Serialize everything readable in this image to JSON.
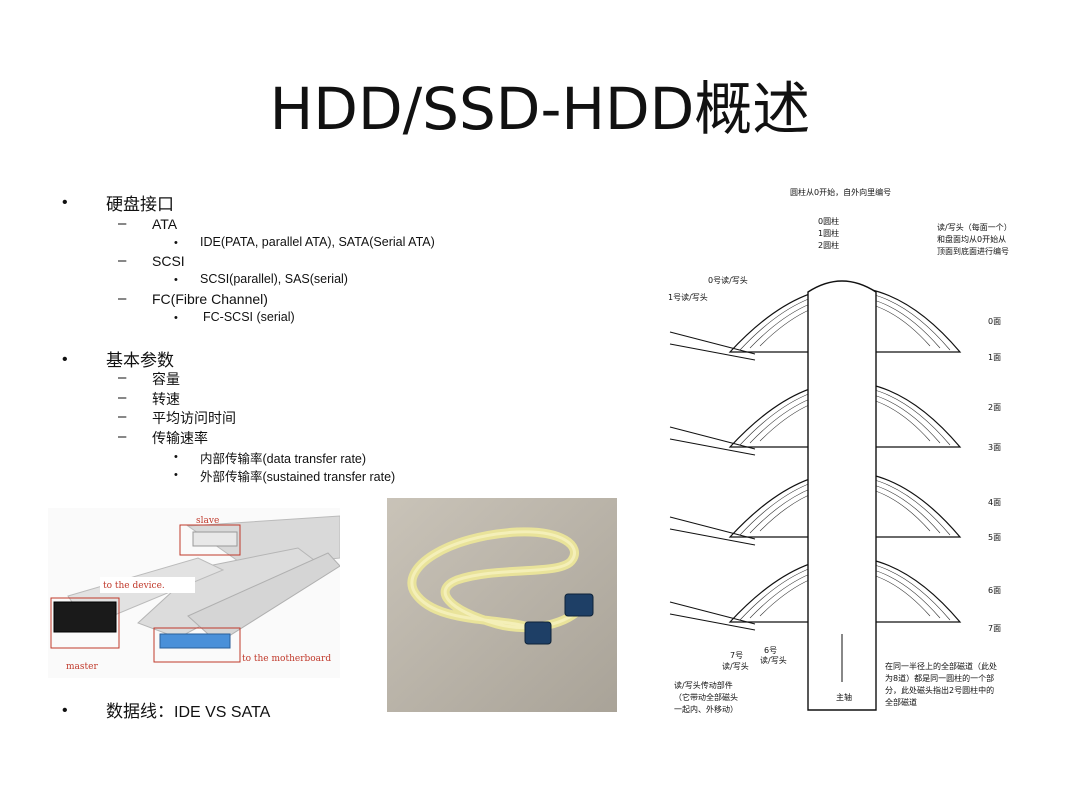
{
  "title": "HDD/SSD-HDD概述",
  "sections": [
    {
      "label": "硬盘接口",
      "items": [
        {
          "label": "ATA",
          "sub": [
            "IDE(PATA, parallel ATA), SATA(Serial ATA)"
          ]
        },
        {
          "label": "SCSI",
          "sub": [
            "SCSI(parallel), SAS(serial)"
          ]
        },
        {
          "label": "FC(Fibre Channel)",
          "sub": [
            "FC-SCSI (serial)"
          ]
        }
      ]
    },
    {
      "label": "基本参数",
      "items": [
        {
          "label": "容量",
          "sub": []
        },
        {
          "label": "转速",
          "sub": []
        },
        {
          "label": "平均访问时间",
          "sub": []
        },
        {
          "label": "传输速率",
          "sub": [
            {
              "cn": "内部传输率",
              "en": "(data transfer rate)"
            },
            {
              "cn": "外部传输率",
              "en": "(sustained transfer rate)"
            }
          ]
        }
      ]
    }
  ],
  "bottom_bullet": {
    "cn": "数据线：",
    "en": "IDE VS SATA"
  },
  "ide_photo": {
    "slave": "slave",
    "to_device": "to the device.",
    "master": "master",
    "to_motherboard": "to the motherboard"
  },
  "diagram": {
    "top_note": "圆柱从0开始，自外向里编号",
    "cyl0": "0圆柱",
    "cyl1": "1圆柱",
    "cyl2": "2圆柱",
    "head_note_1": "读/写头（每面一个）",
    "head_note_2": "和盘面均从0开始从",
    "head_note_3": "顶面到底面进行编号",
    "head0": "0号读/写头",
    "head1": "1号读/写头",
    "faces": [
      "0面",
      "1面",
      "2面",
      "3面",
      "4面",
      "5面",
      "6面",
      "7面"
    ],
    "head6_a": "6号",
    "head6_b": "读/写头",
    "head7_a": "7号",
    "head7_b": "读/写头",
    "arm_1": "读/写头传动部件",
    "arm_2": "（它带动全部磁头",
    "arm_3": "一起内、外移动）",
    "spindle": "主轴",
    "cyl_note_1": "在同一半径上的全部磁道（此处",
    "cyl_note_2": "为8道）都是同一圆柱的一个部",
    "cyl_note_3": "分，此处磁头指出2号圆柱中的",
    "cyl_note_4": "全部磁道"
  }
}
